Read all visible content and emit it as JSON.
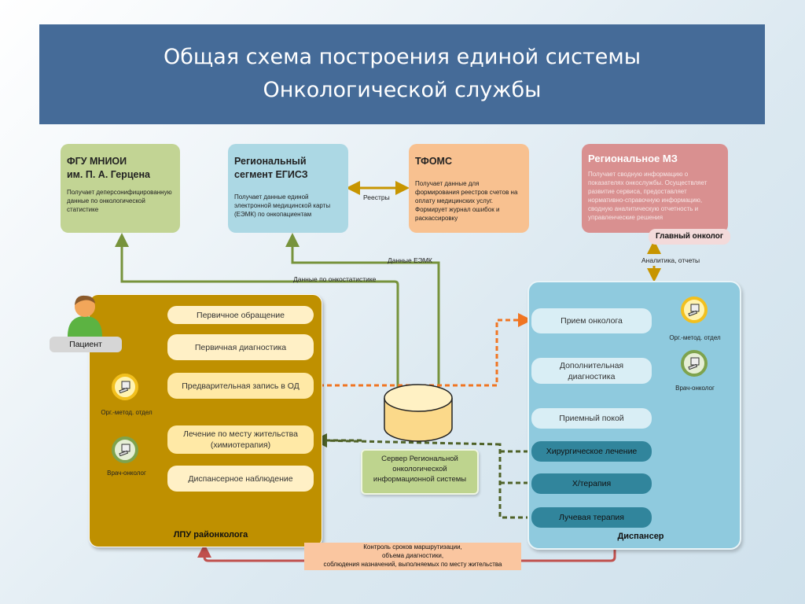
{
  "title": {
    "line1": "Общая схема построения единой системы",
    "line2": "Онкологической службы"
  },
  "top_boxes": {
    "fgu": {
      "title_line1": "ФГУ МНИОИ",
      "title_line2": "им. П. А. Герцена",
      "text": "Получает деперсонифицированную данные по онкологической статистике"
    },
    "egisz": {
      "title_line1": "Региональный",
      "title_line2": "сегмент ЕГИСЗ",
      "text": "Получает данные единой электронной медицинской карты (ЕЭМК) по онкопациентам"
    },
    "tfoms": {
      "title": "ТФОМС",
      "text": "Получает данные для формирования реестров счетов на оплату медицинских услуг. Формирует журнал ошибок и раскассировку"
    },
    "mz": {
      "title": "Региональное МЗ",
      "text": "Получает сводную информацию о показателях онкослужбы. Осуществляет развитие сервиса, предоставляет нормативно-справочную информацию, сводную аналитическую отчетность и управленческие решения"
    }
  },
  "chief_oncologist": "Главный онколог",
  "labels": {
    "registries": "Реестры",
    "emk_data": "Данные ЕЭМК",
    "oncostat_data": "Данные по онкостатистике",
    "analytics": "Аналитика, отчеты"
  },
  "patient": {
    "label": "Пациент",
    "icon": "person-icon"
  },
  "lpu": {
    "label": "ЛПУ районколога",
    "steps": [
      "Первичное обращение",
      "Первичная диагностика",
      "Предварительная запись в ОД",
      "Лечение по месту жительства (химиотерапия)",
      "Диспансерное наблюдение"
    ],
    "roles": [
      {
        "label": "Орг.-метод. отдел",
        "icon": "computer-icon"
      },
      {
        "label": "Врач-онколог",
        "icon": "computer-icon"
      }
    ]
  },
  "server": {
    "label": "Сервер Региональной онкологической информационной системы",
    "icon": "database-icon"
  },
  "dispanser": {
    "label": "Диспансер",
    "steps": [
      "Прием онколога",
      "Дополнительная диагностика",
      "Приемный покой",
      "Хирургическое лечение",
      "Х/терапия",
      "Лучевая терапия"
    ],
    "roles": [
      {
        "label": "Орг.-метод. отдел",
        "icon": "computer-icon"
      },
      {
        "label": "Врач-онколог",
        "icon": "computer-icon"
      }
    ]
  },
  "control": {
    "line1": "Контроль сроков маршрутизации,",
    "line2": "объема диагностики,",
    "line3": "соблюдения назначений, выполняемых по месту жительства"
  },
  "colors": {
    "title_bg": "#456b98",
    "lpu_bg": "#bf9000",
    "dispanser_bg": "#8fcade",
    "green_line": "#77933c",
    "orange_line": "#f07522",
    "dark_green_dash": "#4f6228",
    "red_line": "#c0504d",
    "gold_arrow": "#c79500"
  }
}
